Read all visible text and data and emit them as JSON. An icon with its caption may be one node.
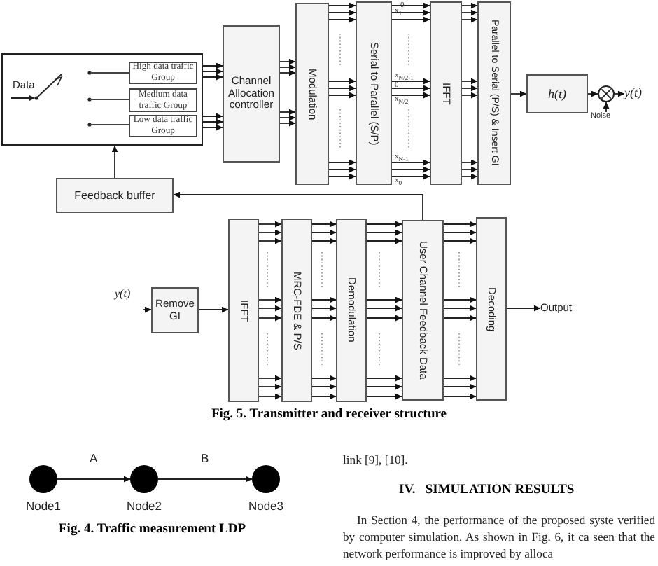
{
  "diagram": {
    "caption": "Fig. 5. Transmitter and receiver structure",
    "nodes": [
      {
        "text": [
          "Data"
        ]
      },
      {
        "text": [
          "High data traffic Group"
        ],
        "in": 0
      },
      {
        "text": [
          "Medium data traffic Group"
        ],
        "in": 0
      },
      {
        "text": [
          "Low data traffic Group"
        ],
        "in": 0
      },
      {
        "text": [
          "Channel Allocation controller"
        ]
      },
      {
        "text": [
          "Modulation"
        ]
      },
      {
        "text": [
          "Serial to Parallel (S/P)"
        ]
      },
      {
        "text": [
          "IFFT"
        ]
      },
      {
        "text": [
          "Parallel to Serial (P/S) & Insert GI"
        ]
      },
      {
        "text": [
          "h(t)"
        ]
      },
      {
        "text": [],
        "shape": "circle"
      },
      {
        "text": [
          "y(t)"
        ]
      },
      {
        "text": [
          "Noise"
        ]
      },
      {
        "text": [
          "Feedback buffer"
        ]
      },
      {
        "text": [
          "y(t)"
        ]
      },
      {
        "text": [
          "Remove GI"
        ]
      },
      {
        "text": [
          "IFFT"
        ]
      },
      {
        "text": [
          "MRC-FDE & P/S"
        ]
      },
      {
        "text": [
          "Demodulation"
        ]
      },
      {
        "text": [
          "User Channel Feedback Data"
        ]
      },
      {
        "text": [
          "Decoding"
        ]
      },
      {
        "text": [
          "Output"
        ]
      },
      {
        "text": [],
        "shape": "circle",
        "beside": [
          "Node1"
        ]
      },
      {
        "text": [],
        "shape": "circle",
        "beside": [
          "Node2"
        ]
      },
      {
        "text": [],
        "shape": "circle",
        "beside": [
          "Node3"
        ]
      }
    ],
    "edges": [
      {
        "from": 1,
        "to": 4,
        "arrow": "to"
      },
      {
        "from": 1,
        "to": 4,
        "arrow": "to"
      },
      {
        "from": 1,
        "to": 4,
        "arrow": "to"
      },
      {
        "from": 3,
        "to": 4,
        "arrow": "to"
      },
      {
        "from": 3,
        "to": 4,
        "arrow": "to"
      },
      {
        "from": 3,
        "to": 4,
        "arrow": "to"
      },
      {
        "from": 4,
        "to": 5,
        "arrow": "to"
      },
      {
        "from": 4,
        "to": 5,
        "arrow": "to"
      },
      {
        "from": 4,
        "to": 5,
        "arrow": "to"
      },
      {
        "from": 4,
        "to": 5,
        "arrow": "to"
      },
      {
        "from": 4,
        "to": 5,
        "arrow": "to"
      },
      {
        "from": 4,
        "to": 5,
        "arrow": "to"
      },
      {
        "from": 5,
        "to": 6,
        "arrow": "to"
      },
      {
        "from": 5,
        "to": 6,
        "arrow": "to"
      },
      {
        "from": 5,
        "to": 6,
        "arrow": "to"
      },
      {
        "from": 5,
        "to": 6,
        "arrow": "to"
      },
      {
        "from": 5,
        "to": 6,
        "arrow": "to"
      },
      {
        "from": 5,
        "to": 6,
        "arrow": "to"
      },
      {
        "from": 5,
        "to": 6,
        "arrow": "to"
      },
      {
        "from": 5,
        "to": 6,
        "arrow": "to"
      },
      {
        "from": 5,
        "to": 6,
        "arrow": "to"
      },
      {
        "from": 6,
        "to": 7,
        "arrow": "to"
      },
      {
        "from": 6,
        "to": 7,
        "arrow": "to"
      },
      {
        "from": 6,
        "to": 7,
        "arrow": "to"
      },
      {
        "from": 6,
        "to": 7,
        "arrow": "to"
      },
      {
        "from": 6,
        "to": 7,
        "arrow": "to"
      },
      {
        "from": 6,
        "to": 7,
        "arrow": "to"
      },
      {
        "from": 6,
        "to": 7,
        "arrow": "to"
      },
      {
        "from": 6,
        "to": 7,
        "arrow": "to"
      },
      {
        "from": 6,
        "to": 7,
        "arrow": "to"
      },
      {
        "from": 7,
        "to": 8,
        "arrow": "to"
      },
      {
        "from": 7,
        "to": 8,
        "arrow": "to"
      },
      {
        "from": 7,
        "to": 8,
        "arrow": "to"
      },
      {
        "from": 7,
        "to": 8,
        "arrow": "to"
      },
      {
        "from": 7,
        "to": 8,
        "arrow": "to"
      },
      {
        "from": 7,
        "to": 8,
        "arrow": "to"
      },
      {
        "from": 7,
        "to": 8,
        "arrow": "to"
      },
      {
        "from": 7,
        "to": 8,
        "arrow": "to"
      },
      {
        "from": 7,
        "to": 8,
        "arrow": "to"
      },
      {
        "from": 8,
        "to": 9,
        "arrow": "to"
      },
      {
        "from": 9,
        "to": 10,
        "arrow": "to"
      },
      {
        "from": 10,
        "to": 11,
        "arrow": "to"
      },
      {
        "from": 19,
        "to": 13,
        "arrow": "to"
      },
      {
        "from": 13,
        "to": 0,
        "arrow": "to"
      },
      {
        "from": 14,
        "to": 15,
        "arrow": "to"
      },
      {
        "from": 15,
        "to": 16,
        "arrow": "to"
      },
      {
        "from": 16,
        "to": 17,
        "arrow": "to"
      },
      {
        "from": 16,
        "to": 17,
        "arrow": "to"
      },
      {
        "from": 16,
        "to": 17,
        "arrow": "to"
      },
      {
        "from": 16,
        "to": 17,
        "arrow": "to"
      },
      {
        "from": 16,
        "to": 17,
        "arrow": "to"
      },
      {
        "from": 16,
        "to": 17,
        "arrow": "to"
      },
      {
        "from": 16,
        "to": 17,
        "arrow": "to"
      },
      {
        "from": 16,
        "to": 17,
        "arrow": "to"
      },
      {
        "from": 16,
        "to": 17,
        "arrow": "to"
      },
      {
        "from": 17,
        "to": 18,
        "arrow": "to"
      },
      {
        "from": 17,
        "to": 18,
        "arrow": "to"
      },
      {
        "from": 17,
        "to": 18,
        "arrow": "to"
      },
      {
        "from": 17,
        "to": 18,
        "arrow": "to"
      },
      {
        "from": 17,
        "to": 18,
        "arrow": "to"
      },
      {
        "from": 17,
        "to": 18,
        "arrow": "to"
      },
      {
        "from": 17,
        "to": 18,
        "arrow": "to"
      },
      {
        "from": 17,
        "to": 18,
        "arrow": "to"
      },
      {
        "from": 17,
        "to": 18,
        "arrow": "to"
      },
      {
        "from": 18,
        "to": 19,
        "arrow": "to"
      },
      {
        "from": 18,
        "to": 19,
        "arrow": "to"
      },
      {
        "from": 18,
        "to": 19,
        "arrow": "to"
      },
      {
        "from": 18,
        "to": 19,
        "arrow": "to"
      },
      {
        "from": 18,
        "to": 19,
        "arrow": "to"
      },
      {
        "from": 18,
        "to": 19,
        "arrow": "to"
      },
      {
        "from": 18,
        "to": 19,
        "arrow": "to"
      },
      {
        "from": 18,
        "to": 19,
        "arrow": "to"
      },
      {
        "from": 18,
        "to": 19,
        "arrow": "to"
      },
      {
        "from": 19,
        "to": 20,
        "arrow": "to"
      },
      {
        "from": 19,
        "to": 20,
        "arrow": "to"
      },
      {
        "from": 19,
        "to": 20,
        "arrow": "to"
      },
      {
        "from": 19,
        "to": 20,
        "arrow": "to"
      },
      {
        "from": 19,
        "to": 20,
        "arrow": "to"
      },
      {
        "from": 19,
        "to": 20,
        "arrow": "to"
      },
      {
        "from": 19,
        "to": 20,
        "arrow": "to"
      },
      {
        "from": 19,
        "to": 20,
        "arrow": "to"
      },
      {
        "from": 19,
        "to": 20,
        "arrow": "to"
      },
      {
        "from": 20,
        "to": 21,
        "arrow": "to"
      },
      {
        "from": 12,
        "to": 10,
        "arrow": "to"
      },
      {
        "from": 22,
        "to": 23,
        "arrow": "to",
        "label": "A"
      },
      {
        "from": 23,
        "to": 24,
        "arrow": "to",
        "label": "B"
      }
    ],
    "labels": [
      "0",
      "x$_{1}$",
      "x$_{N/2-1}$",
      "0",
      "x$_{N/2}$",
      "x$_{N-1}$",
      "x$_{0}$",
      "Fig. 4. Traffic measurement LDP",
      "link [9], [10].",
      "IV.   SIMULATION RESULTS",
      "In Section 4, the performance of the proposed syste verified by computer simulation. As shown in Fig. 6, it ca seen that the network performance is improved by alloca"
    ]
  }
}
